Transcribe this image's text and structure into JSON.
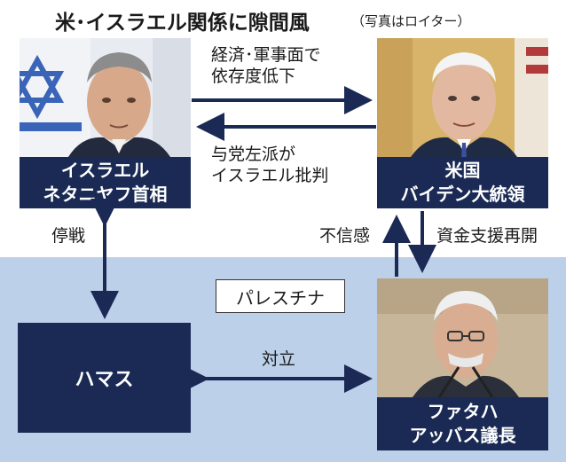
{
  "title": "米･イスラエル関係に隙間風",
  "photo_credit": "（写真はロイター）",
  "nodes": {
    "israel": {
      "line1": "イスラエル",
      "line2": "ネタニヤフ首相"
    },
    "usa": {
      "line1": "米国",
      "line2": "バイデン大統領"
    },
    "hamas": {
      "label": "ハマス"
    },
    "fatah": {
      "line1": "ファタハ",
      "line2": "アッバス議長"
    },
    "palestine": {
      "label": "パレスチナ"
    }
  },
  "edges": {
    "us_to_israel": {
      "line1": "経済･軍事面で",
      "line2": "依存度低下"
    },
    "israel_from_us": {
      "line1": "与党左派が",
      "line2": "イスラエル批判"
    },
    "ceasefire": {
      "label": "停戦"
    },
    "distrust": {
      "label": "不信感"
    },
    "funding": {
      "label": "資金支援再開"
    },
    "conflict": {
      "label": "対立"
    }
  },
  "colors": {
    "navy": "#1a2a55",
    "palestine_bg": "#bcd0ea",
    "arrow": "#1a2a55"
  }
}
